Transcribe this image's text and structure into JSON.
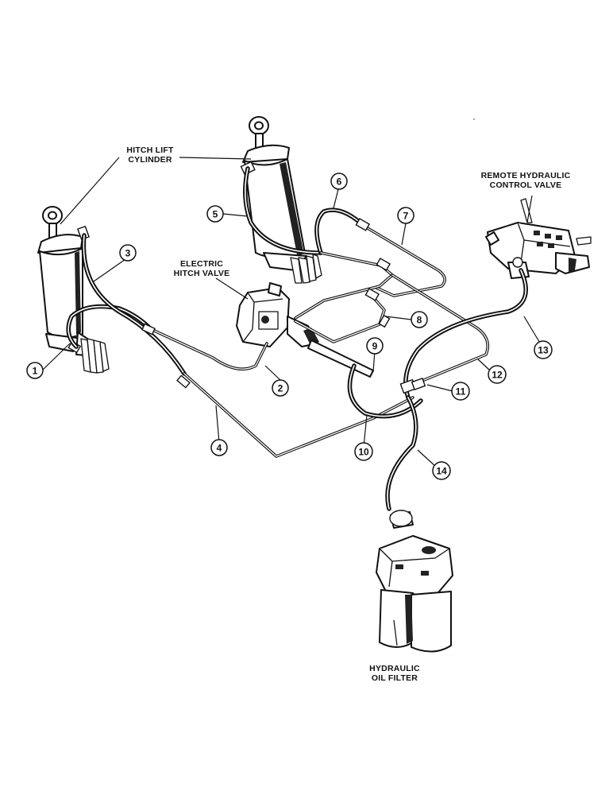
{
  "labels": {
    "hitch_lift_cylinder": [
      "HITCH LIFT",
      "CYLINDER"
    ],
    "remote_hydraulic_control_valve": [
      "REMOTE HYDRAULIC",
      "CONTROL VALVE"
    ],
    "electric_hitch_valve": [
      "ELECTRIC",
      "HITCH VALVE"
    ],
    "hydraulic_oil_filter": [
      "HYDRAULIC",
      "OIL FILTER"
    ]
  },
  "callouts": [
    "1",
    "2",
    "3",
    "4",
    "5",
    "6",
    "7",
    "8",
    "9",
    "10",
    "11",
    "12",
    "13",
    "14"
  ]
}
